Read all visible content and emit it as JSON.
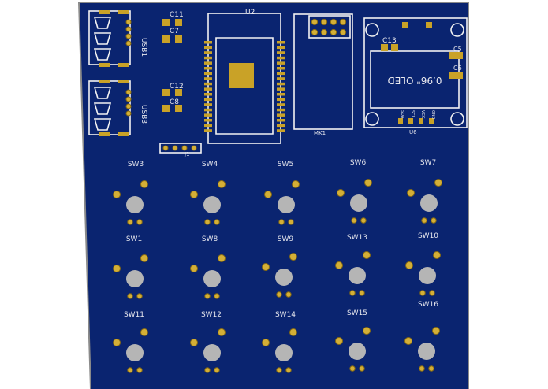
{
  "board": {
    "colors": {
      "substrate": "#0a2470",
      "silkscreen": "#f2f2f2",
      "copper_pad": "#c9a227",
      "switch_stem": "#b5b5b5",
      "drill_hole": "#2a2a2a",
      "page_background": "#ffffff",
      "board_edge": "#8a8a8a"
    }
  },
  "usb_connectors": [
    {
      "ref": "USB1"
    },
    {
      "ref": "USB3"
    }
  ],
  "capacitors": [
    {
      "ref": "C11"
    },
    {
      "ref": "C7"
    },
    {
      "ref": "C12"
    },
    {
      "ref": "C8"
    },
    {
      "ref": "C13"
    },
    {
      "ref": "C5"
    },
    {
      "ref": "C6"
    }
  ],
  "modules": {
    "u2": {
      "ref": "U2"
    },
    "mk1": {
      "ref": "MK1"
    },
    "u6": {
      "ref": "U6",
      "text": "0.96\" OLED",
      "pins": [
        "SDA",
        "SCL",
        "VCC",
        "GND"
      ]
    },
    "j1": {
      "ref": "J1"
    }
  },
  "switches": [
    {
      "ref": "SW3"
    },
    {
      "ref": "SW4"
    },
    {
      "ref": "SW5"
    },
    {
      "ref": "SW6"
    },
    {
      "ref": "SW7"
    },
    {
      "ref": "SW1"
    },
    {
      "ref": "SW8"
    },
    {
      "ref": "SW9"
    },
    {
      "ref": "SW13"
    },
    {
      "ref": "SW10"
    },
    {
      "ref": "SW11"
    },
    {
      "ref": "SW12"
    },
    {
      "ref": "SW14"
    },
    {
      "ref": "SW15"
    },
    {
      "ref": "SW16"
    }
  ]
}
